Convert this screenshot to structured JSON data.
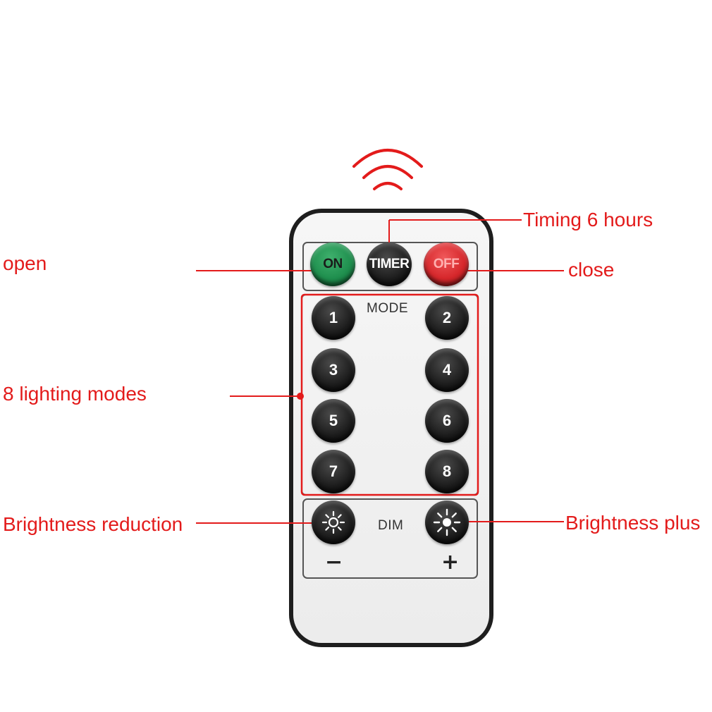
{
  "callouts": {
    "timer": "Timing 6 hours",
    "on": "open",
    "off": "close",
    "modes": "8 lighting modes",
    "dim_minus": "Brightness reduction",
    "dim_plus": "Brightness plus"
  },
  "remote": {
    "on_label": "ON",
    "timer_label": "TIMER",
    "off_label": "OFF",
    "mode_label": "MODE",
    "mode_buttons": [
      "1",
      "2",
      "3",
      "4",
      "5",
      "6",
      "7",
      "8"
    ],
    "dim_label": "DIM",
    "minus_sign": "−",
    "plus_sign": "+"
  },
  "colors": {
    "annotation": "#e31b1b",
    "on_button": "#1f8f4e",
    "off_button": "#d6272b",
    "black_button": "#1a1a1a",
    "remote_body": "#f4f4f4",
    "remote_border": "#222222"
  },
  "icons": {
    "signal": "wireless-signal-icon",
    "dim_minus": "sun-icon",
    "dim_plus": "sun-icon"
  }
}
